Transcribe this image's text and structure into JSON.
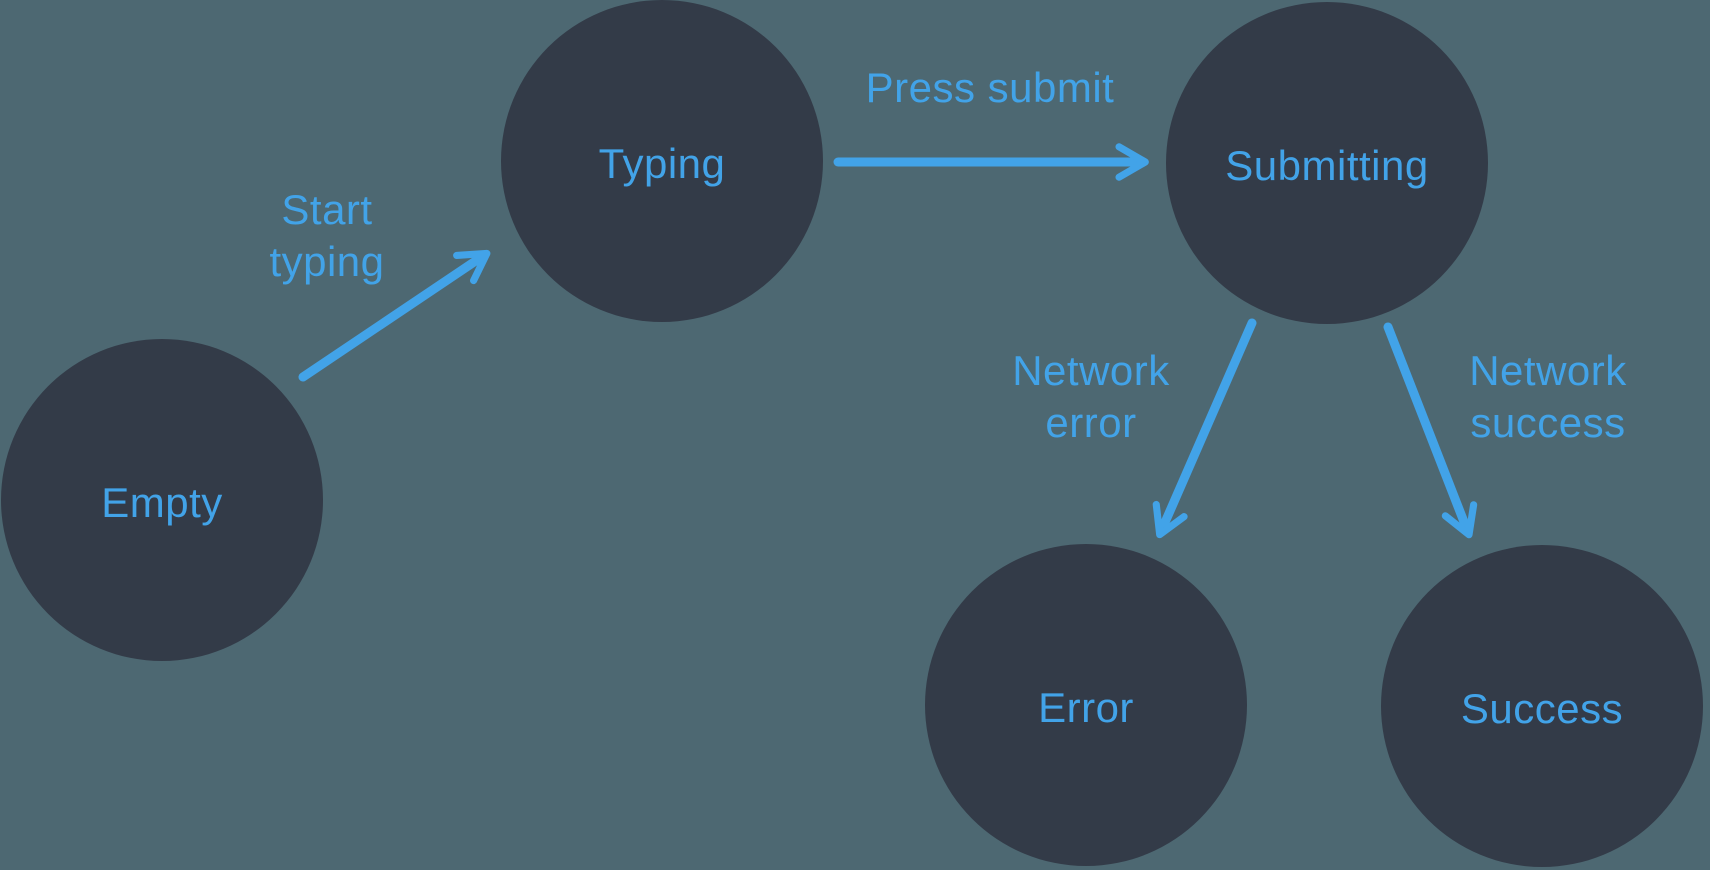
{
  "diagram_type": "state-machine",
  "states": [
    {
      "id": "empty",
      "label": "Empty"
    },
    {
      "id": "typing",
      "label": "Typing"
    },
    {
      "id": "submitting",
      "label": "Submitting"
    },
    {
      "id": "error",
      "label": "Error"
    },
    {
      "id": "success",
      "label": "Success"
    }
  ],
  "transitions": [
    {
      "id": "start-typing",
      "label": "Start typing",
      "from": "empty",
      "to": "typing"
    },
    {
      "id": "press-submit",
      "label": "Press submit",
      "from": "typing",
      "to": "submitting"
    },
    {
      "id": "network-error",
      "label": "Network error",
      "from": "submitting",
      "to": "error"
    },
    {
      "id": "network-success",
      "label": "Network success",
      "from": "submitting",
      "to": "success"
    }
  ],
  "colors": {
    "background": "#4d6872",
    "node_fill": "#333b48",
    "accent": "#42a3e8"
  }
}
